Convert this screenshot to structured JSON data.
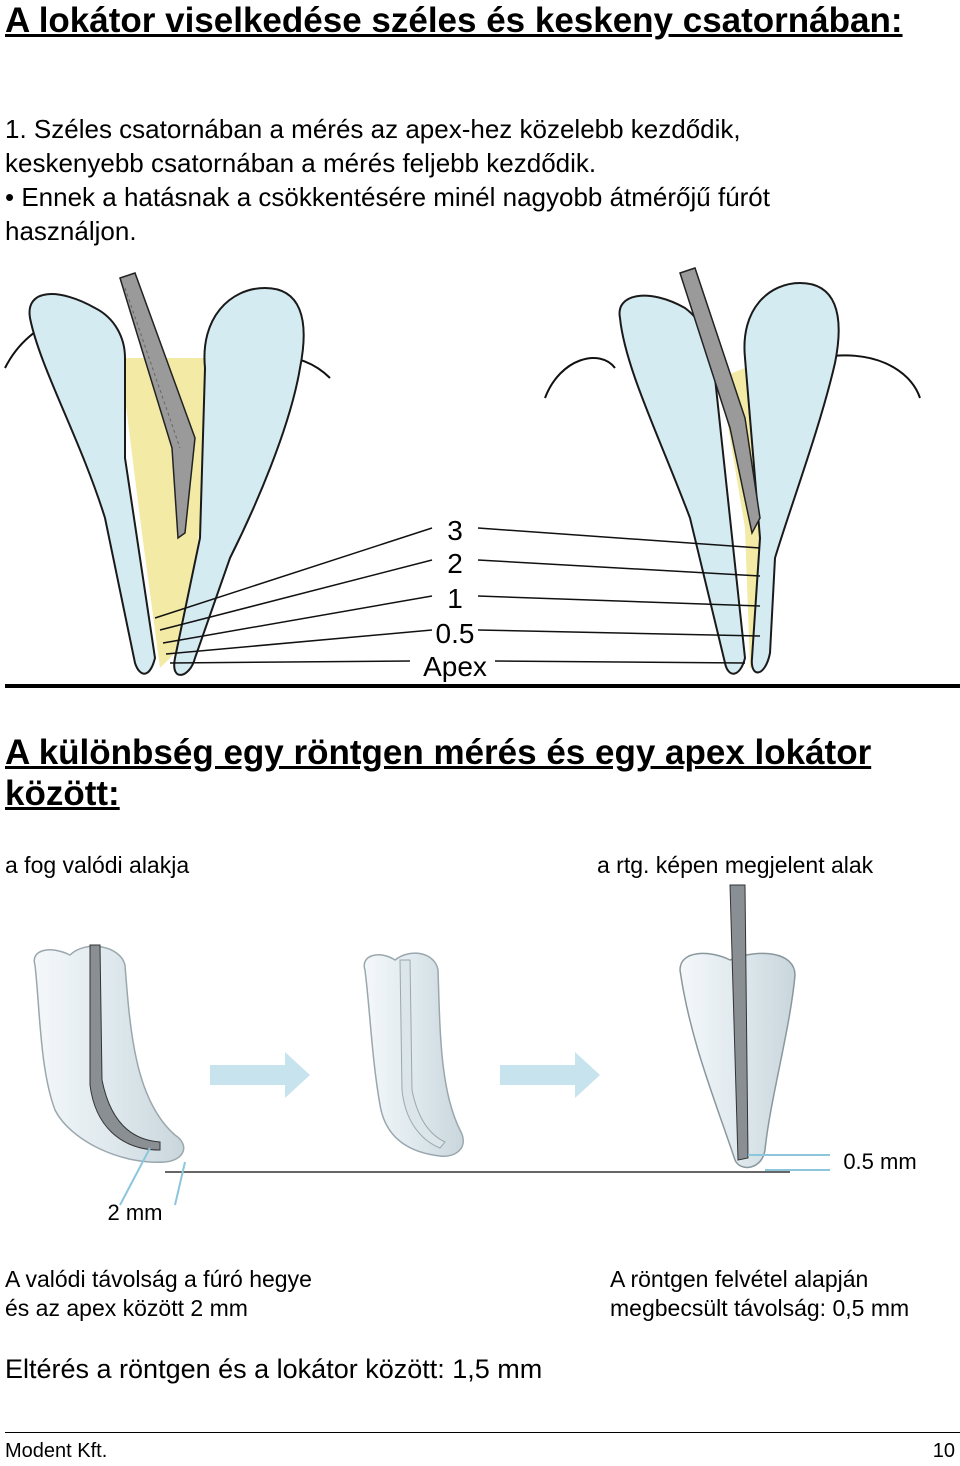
{
  "section1": {
    "title": "A lokátor viselkedése széles és keskeny csatornában:",
    "line1": "1. Széles csatornában a mérés az apex-hez közelebb kezdődik,",
    "line2": "keskenyebb csatornában a mérés feljebb kezdődik.",
    "line3": "• Ennek a hatásnak a csökkentésére minél nagyobb átmérőjű fúrót",
    "line4": "használjon."
  },
  "figure1": {
    "labels": [
      "3",
      "2",
      "1",
      "0.5",
      "Apex"
    ],
    "colors": {
      "tooth": "#d4ebf2",
      "canal": "#f3eaa6",
      "outline": "#1a1a1a"
    }
  },
  "section2": {
    "title": "A különbség egy röntgen mérés és egy apex lokátor között:",
    "left_label": "a fog valódi alakja",
    "right_label": "a rtg. képen megjelent alak"
  },
  "figure2": {
    "left_measure": "2 mm",
    "right_measure": "0.5 mm",
    "arrow_color": "#c7e3ee"
  },
  "captions": {
    "left_line1": "A valódi távolság a fúró hegye",
    "left_line2": "és az apex között 2 mm",
    "right_line1": "A röntgen felvétel alapján",
    "right_line2": "megbecsült távolság: 0,5 mm"
  },
  "difference": "Eltérés a röntgen és a lokátor között: 1,5 mm",
  "footer": {
    "company": "Modent Kft.",
    "page": "10"
  }
}
